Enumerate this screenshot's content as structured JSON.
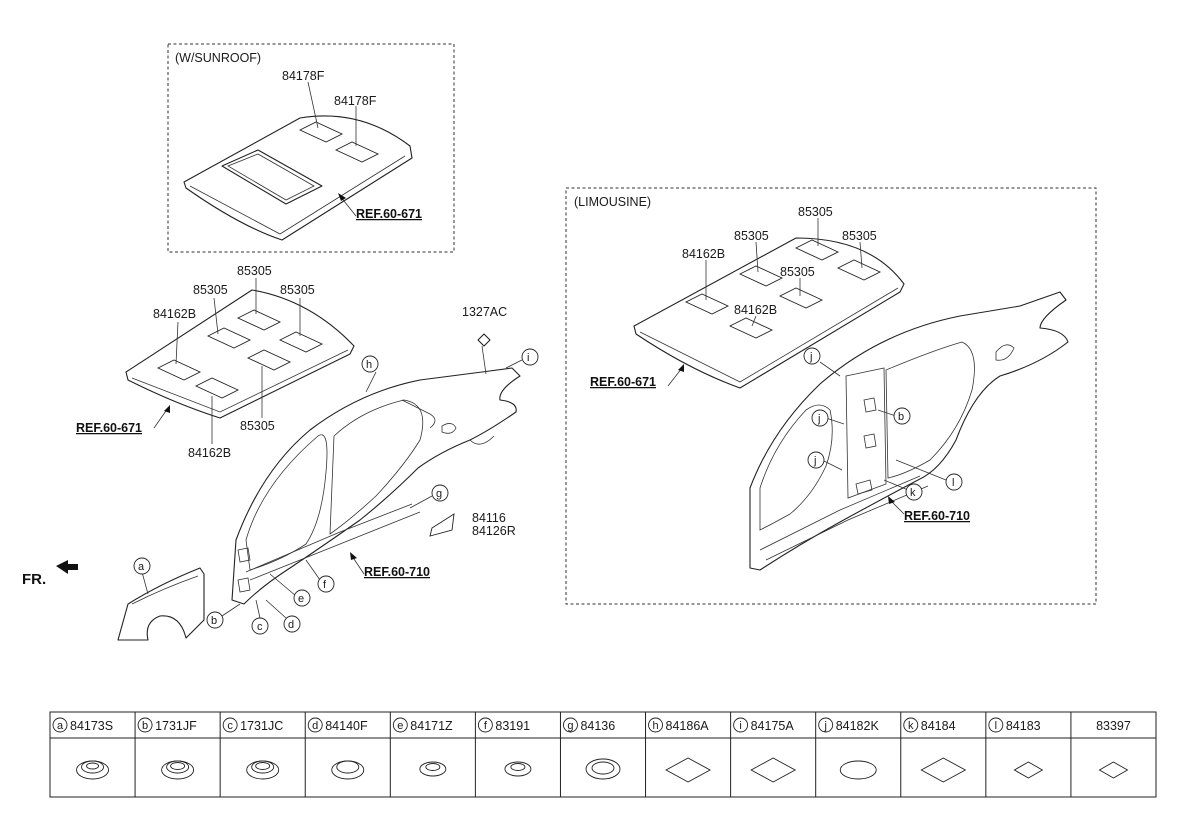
{
  "sunroof_box": {
    "caption": "(W/SUNROOF)",
    "part_a": "84178F",
    "part_b": "84178F",
    "ref": "REF.60-671"
  },
  "limousine_box": {
    "caption": "(LIMOUSINE)",
    "parts": {
      "p1": "85305",
      "p2": "85305",
      "p3": "85305",
      "p4": "85305",
      "p5": "84162B",
      "p6": "84162B"
    },
    "callouts": {
      "j1": "j",
      "j2": "j",
      "j3": "j",
      "b": "b",
      "k": "k",
      "l": "l"
    },
    "ref_roof": "REF.60-671",
    "ref_side": "REF.60-710"
  },
  "main": {
    "roof_parts": {
      "p_top": "85305",
      "p_left": "85305",
      "p_right": "85305",
      "p_84162_top": "84162B",
      "p_85305_bottom": "85305",
      "p_84162_bottom": "84162B"
    },
    "ref_roof": "REF.60-671",
    "ref_side": "REF.60-710",
    "nut_part": "1327AC",
    "patch_part_a": "84116",
    "patch_part_b": "84126R",
    "front_label": "FR.",
    "callouts": {
      "a": "a",
      "b": "b",
      "c": "c",
      "d": "d",
      "e": "e",
      "f": "f",
      "g": "g",
      "h": "h",
      "i": "i"
    }
  },
  "parts_table": {
    "columns": [
      {
        "letter": "a",
        "part": "84173S",
        "shape": "plug-large"
      },
      {
        "letter": "b",
        "part": "1731JF",
        "shape": "plug-ribbed"
      },
      {
        "letter": "c",
        "part": "1731JC",
        "shape": "plug-ribbed"
      },
      {
        "letter": "d",
        "part": "84140F",
        "shape": "plug-dome"
      },
      {
        "letter": "e",
        "part": "84171Z",
        "shape": "plug-small"
      },
      {
        "letter": "f",
        "part": "83191",
        "shape": "plug-small"
      },
      {
        "letter": "g",
        "part": "84136",
        "shape": "plug-ring"
      },
      {
        "letter": "h",
        "part": "84186A",
        "shape": "pad-diamond"
      },
      {
        "letter": "i",
        "part": "84175A",
        "shape": "pad-diamond"
      },
      {
        "letter": "j",
        "part": "84182K",
        "shape": "pad-oval"
      },
      {
        "letter": "k",
        "part": "84184",
        "shape": "pad-diamond"
      },
      {
        "letter": "l",
        "part": "84183",
        "shape": "pad-diamond-small"
      },
      {
        "letter": "",
        "part": "83397",
        "shape": "pad-diamond-small"
      }
    ]
  }
}
